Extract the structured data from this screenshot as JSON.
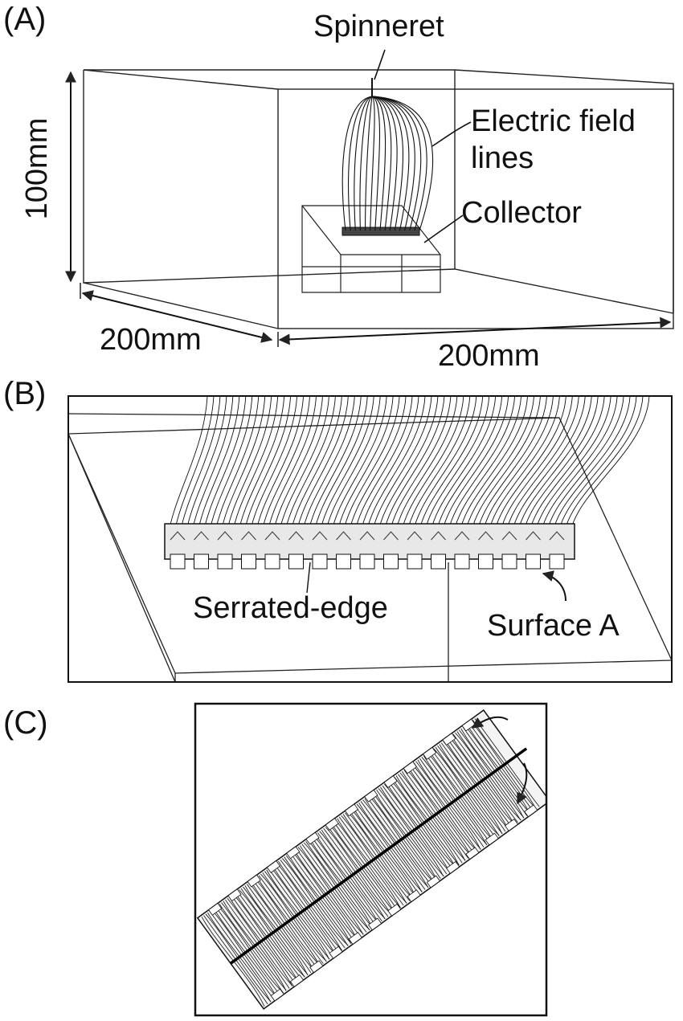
{
  "panels": {
    "a": {
      "label": "(A)",
      "spinneret": "Spinneret",
      "field_lines_1": "Electric field",
      "field_lines_2": "lines",
      "collector": "Collector",
      "height": "100mm",
      "depth": "200mm",
      "width": "200mm"
    },
    "b": {
      "label": "(B)",
      "serrated_edge": "Serrated-edge",
      "surface_a": "Surface A"
    },
    "c": {
      "label": "(C)"
    }
  },
  "colors": {
    "line": "#222222",
    "background": "#ffffff"
  }
}
